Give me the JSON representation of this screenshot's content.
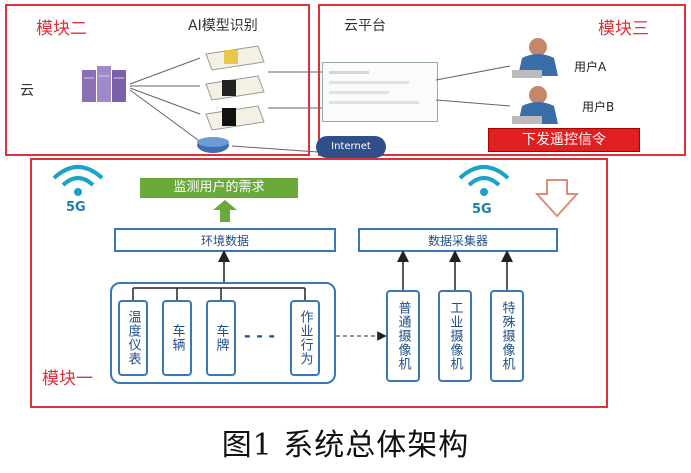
{
  "top_left": {
    "module_label": "模块二",
    "model_label": "AI模型识别",
    "cloud_label": "云"
  },
  "top_right": {
    "module_label": "模块三",
    "platform_label": "云平台",
    "user_a": "用户A",
    "user_b": "用户B",
    "command_label": "下发遥控信令"
  },
  "internet_label": "Internet",
  "bottom": {
    "module_label": "模块一",
    "wifi_left_label": "5G",
    "wifi_right_label": "5G",
    "demand_label": "监测用户的需求",
    "env_data_label": "环境数据",
    "data_collect_label": "数据采集器",
    "sensors": [
      "温度仪表",
      "车辆",
      "车牌",
      "作业行为"
    ],
    "dashes": "- - -",
    "cameras": [
      "普通摄像机",
      "工业摄像机",
      "特殊摄像机"
    ]
  },
  "caption": "图1   系统总体架构",
  "colors": {
    "red": "#e0303a",
    "blue": "#3c78b4",
    "green": "#6aaa3a",
    "wifi": "#1aa3c8",
    "command_bg": "#e02020"
  }
}
